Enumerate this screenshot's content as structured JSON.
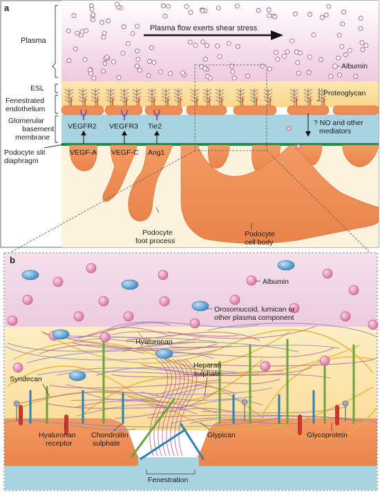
{
  "panel_a": {
    "letter": "a",
    "plasma": "Plasma",
    "flow": "Plasma flow exerts shear stress",
    "albumin": "Albumin",
    "esl": "ESL",
    "endo_1": "Fenestrated",
    "endo_2": "endothelium",
    "proteoglycan": "Proteoglycan",
    "gbm_1": "Glomerular",
    "gbm_2": "basement",
    "gbm_3": "membrane",
    "slit_1": "Podocyte slit",
    "slit_2": "diaphragm",
    "no_1": "? NO and other",
    "no_2": "mediators",
    "receptors": [
      "VEGFR2",
      "VEGFR3",
      "Tie2"
    ],
    "ligands": [
      "VEGF-A",
      "VEGF-C",
      "Ang1"
    ],
    "foot_1": "Podocyte",
    "foot_2": "foot process",
    "body_1": "Podocyte",
    "body_2": "cell body"
  },
  "panel_b": {
    "letter": "b",
    "albumin": "Albumin",
    "oroso_1": "Orosomucoid, lumican or",
    "oroso_2": "other plasma component",
    "hyaluronan": "Hyaluronan",
    "heparan_1": "Heparan",
    "heparan_2": "sulphate",
    "syndecan": "Syndecan",
    "hr_1": "Hyaluronan",
    "hr_2": "receptor",
    "cs_1": "Chondroitin",
    "cs_2": "sulphate",
    "glypican": "Glypican",
    "glycoprotein": "Glycoprotein",
    "fenestration": "Fenestration"
  },
  "colors": {
    "plasma": "#f2d2e4",
    "esl": "#fbe3a6",
    "endothelium": "#ef8c56",
    "gbm": "#a9d3e0",
    "podocyte": "#ef8c56",
    "slit": "#1e8a4c",
    "albumin": "#e58ab4",
    "orosomucoid": "#5a9fd3"
  }
}
